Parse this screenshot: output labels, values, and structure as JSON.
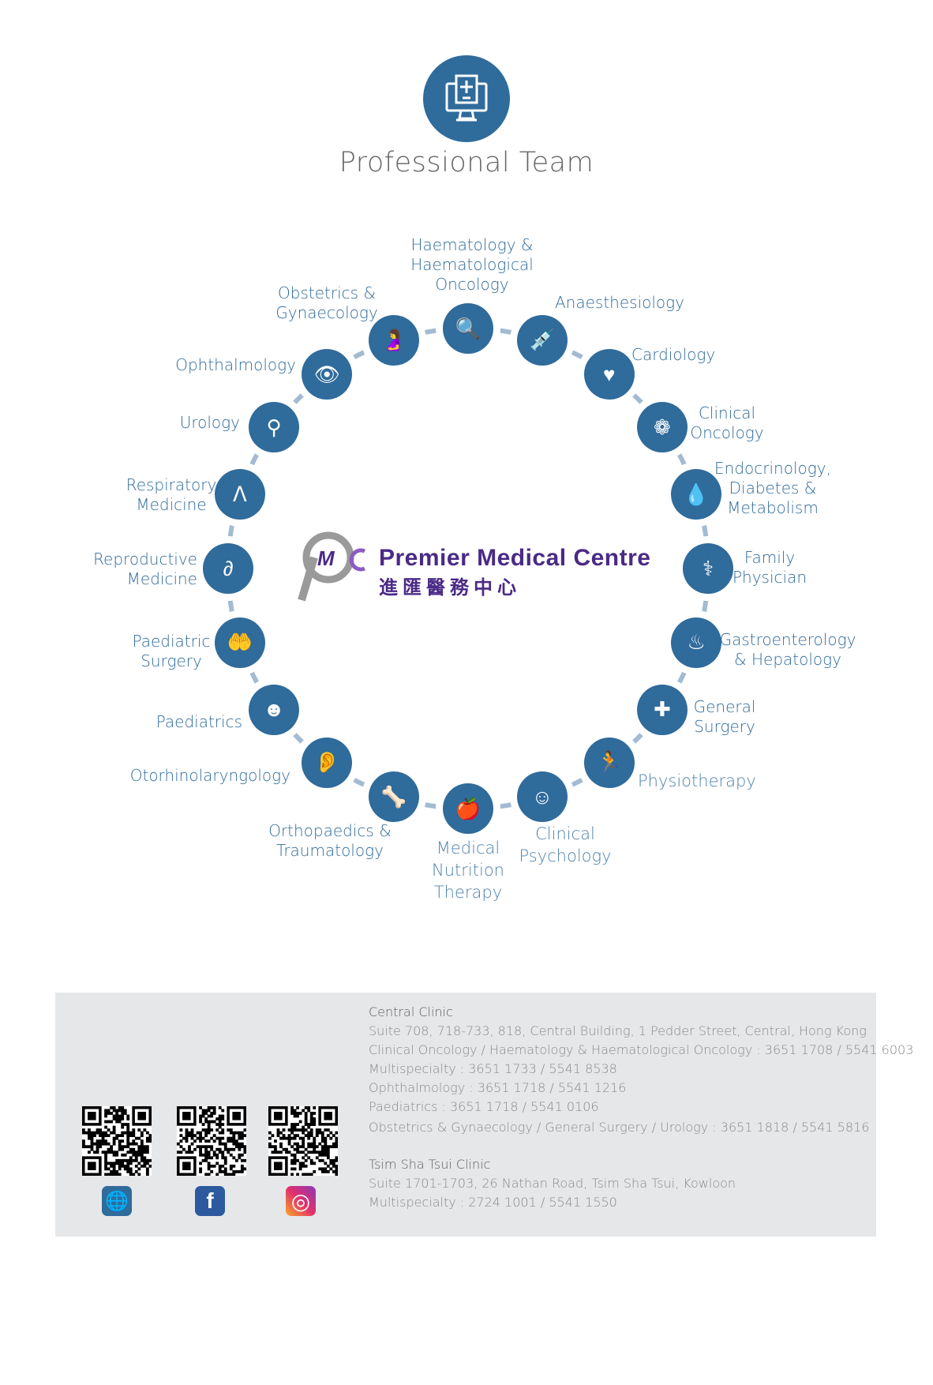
{
  "header": {
    "title": "Professional Team",
    "icon": "medical-computer-icon"
  },
  "brand": {
    "name_en": "Premier Medical Centre",
    "name_zh": "進匯醫務中心",
    "logo_text": "PMC"
  },
  "colors": {
    "node": "#2f6b9b",
    "connector": "#a3bbd2",
    "brand": "#4a2a86",
    "footer_bg": "#e6e7e9"
  },
  "specialties": [
    {
      "lines": [
        "Haematology &",
        "Haematological",
        "Oncology"
      ],
      "icon": "magnifier-blood-icon",
      "glyph": "🔍"
    },
    {
      "lines": [
        "Anaesthesiology"
      ],
      "icon": "syringe-icon",
      "glyph": "💉"
    },
    {
      "lines": [
        "Cardiology"
      ],
      "icon": "heart-pulse-icon",
      "glyph": "♥"
    },
    {
      "lines": [
        "Clinical",
        "Oncology"
      ],
      "icon": "cells-icon",
      "glyph": "❁"
    },
    {
      "lines": [
        "Endocrinology,",
        "Diabetes &",
        "Metabolism"
      ],
      "icon": "glucose-meter-icon",
      "glyph": "💧"
    },
    {
      "lines": [
        "Family",
        "Physician"
      ],
      "icon": "stethoscope-icon",
      "glyph": "⚕"
    },
    {
      "lines": [
        "Gastroenterology",
        "& Hepatology"
      ],
      "icon": "stomach-icon",
      "glyph": "♨"
    },
    {
      "lines": [
        "General",
        "Surgery"
      ],
      "icon": "surgeon-icon",
      "glyph": "✚"
    },
    {
      "lines": [
        "Physiotherapy"
      ],
      "icon": "running-person-icon",
      "glyph": "🏃"
    },
    {
      "lines": [
        "Clinical",
        "Psychology"
      ],
      "icon": "head-heart-icon",
      "glyph": "☺"
    },
    {
      "lines": [
        "Medical",
        "Nutrition",
        "Therapy"
      ],
      "icon": "apple-document-icon",
      "glyph": "🍎"
    },
    {
      "lines": [
        "Orthopaedics &",
        "Traumatology"
      ],
      "icon": "skeleton-icon",
      "glyph": "🦴"
    },
    {
      "lines": [
        "Otorhinolaryngology"
      ],
      "icon": "head-ear-icon",
      "glyph": "👂"
    },
    {
      "lines": [
        "Paediatrics"
      ],
      "icon": "child-icon",
      "glyph": "☻"
    },
    {
      "lines": [
        "Paediatric",
        "Surgery"
      ],
      "icon": "hands-child-icon",
      "glyph": "🤲"
    },
    {
      "lines": [
        "Reproductive",
        "Medicine"
      ],
      "icon": "sperm-icon",
      "glyph": "∂"
    },
    {
      "lines": [
        "Respiratory",
        "Medicine"
      ],
      "icon": "lungs-icon",
      "glyph": "ᐱ"
    },
    {
      "lines": [
        "Urology"
      ],
      "icon": "kidneys-icon",
      "glyph": "⚲"
    },
    {
      "lines": [
        "Ophthalmology"
      ],
      "icon": "eye-icon",
      "glyph": "👁"
    },
    {
      "lines": [
        "Obstetrics &",
        "Gynaecology"
      ],
      "icon": "pregnant-woman-icon",
      "glyph": "🤰"
    }
  ],
  "footer": {
    "central": {
      "title": "Central Clinic",
      "lines": [
        "Suite 708, 718-733, 818, Central Building, 1 Pedder Street, Central, Hong Kong",
        "Clinical Oncology / Haematology & Haematological Oncology : 3651 1708 / 5541 6003",
        "Multispecialty : 3651 1733 / 5541 8538",
        "Ophthalmology : 3651 1718 / 5541 1216",
        "Paediatrics : 3651 1718 / 5541 0106",
        "Obstetrics & Gynaecology / General Surgery / Urology : 3651 1818 / 5541 5816"
      ]
    },
    "tst": {
      "title": "Tsim Sha Tsui Clinic",
      "lines": [
        "Suite 1701-1703, 26 Nathan Road, Tsim Sha Tsui, Kowloon",
        "Multispecialty : 2724 1001 / 5541 1550"
      ]
    },
    "social": [
      {
        "icon": "globe-icon",
        "glyph": "🌐",
        "color": "#2f6b9b"
      },
      {
        "icon": "facebook-icon",
        "glyph": "f",
        "color": "#2d5a9e"
      },
      {
        "icon": "instagram-icon",
        "glyph": "◎",
        "color": "#e1306c"
      }
    ]
  }
}
